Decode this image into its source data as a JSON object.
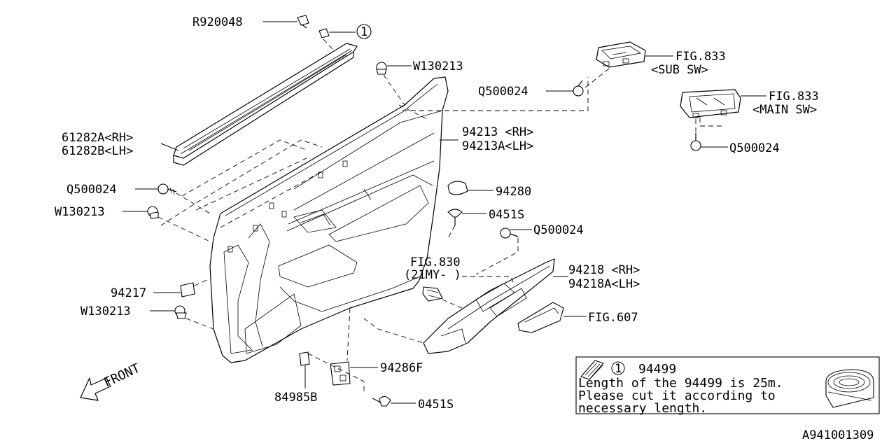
{
  "labels": {
    "r920048": "R920048",
    "w130213_top": "W130213",
    "q500024_sub": "Q500024",
    "fig833_sub": "FIG.833",
    "sub_sw": "<SUB SW>",
    "fig833_main": "FIG.833",
    "main_sw": "<MAIN SW>",
    "q500024_main": "Q500024",
    "p61282a": "61282A<RH>",
    "p61282b": "61282B<LH>",
    "p94213": "94213 <RH>",
    "p94213a": "94213A<LH>",
    "q500024_left": "Q500024",
    "p94280": "94280",
    "w130213_left": "W130213",
    "p0451s_mid": "0451S",
    "q500024_right": "Q500024",
    "fig830": "FIG.830",
    "fig830_sub": "(21MY- )",
    "p94218": "94218 <RH>",
    "p94218a": "94218A<LH>",
    "p94217": "94217",
    "w130213_bottom": "W130213",
    "fig607": "FIG.607",
    "p94286f": "94286F",
    "p84985b": "84985B",
    "p0451s_bottom": "0451S",
    "front": "FRONT",
    "callout_1": "1"
  },
  "note": {
    "marker": "1",
    "part": "94499",
    "line1": "Length of the 94499 is 25m.",
    "line2": "Please cut it according to",
    "line3": "necessary length."
  },
  "diagram_id": "A941001309"
}
